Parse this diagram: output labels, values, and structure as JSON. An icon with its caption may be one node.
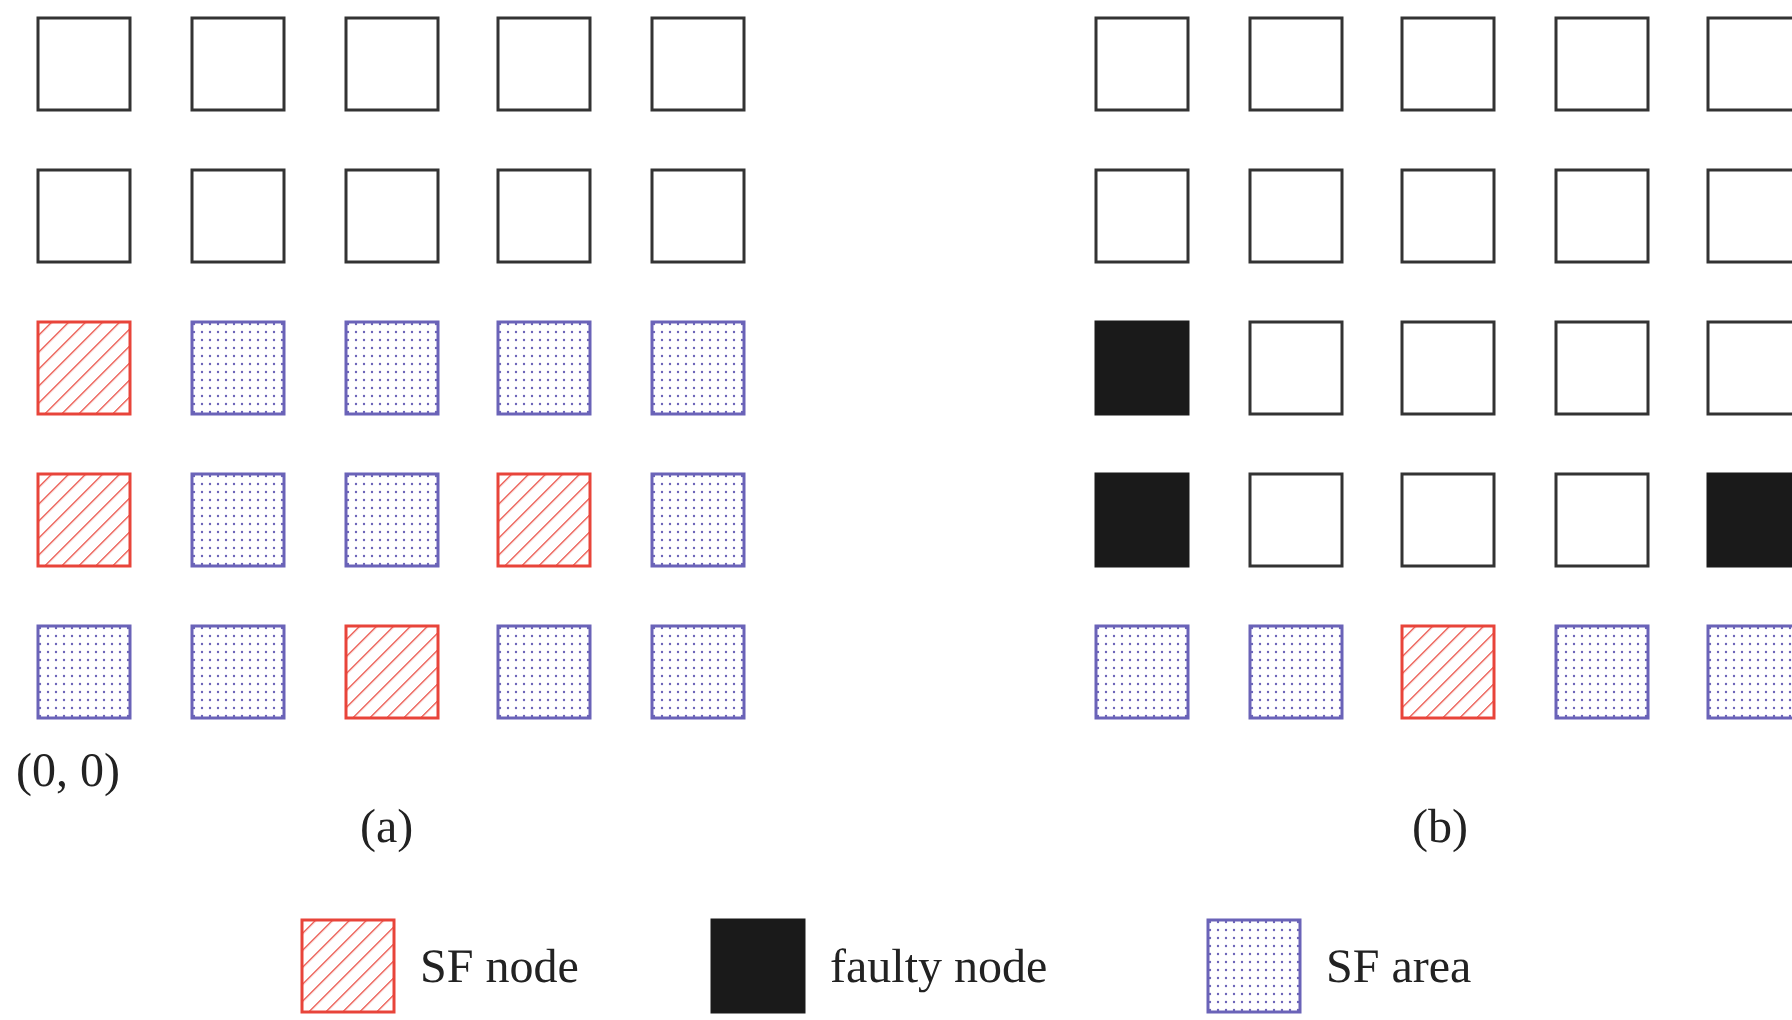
{
  "diagram": {
    "nodes": [
      {
        "text": [],
        "shape": "box"
      },
      {
        "text": [],
        "shape": "box"
      },
      {
        "text": [],
        "shape": "box"
      },
      {
        "text": [],
        "shape": "box"
      },
      {
        "text": [],
        "shape": "box"
      },
      {
        "text": [],
        "shape": "box"
      },
      {
        "text": [],
        "shape": "box"
      },
      {
        "text": [],
        "shape": "box"
      },
      {
        "text": [],
        "shape": "box"
      },
      {
        "text": [],
        "shape": "box"
      },
      {
        "text": [],
        "shape": "box"
      },
      {
        "text": [],
        "shape": "box"
      },
      {
        "text": [],
        "shape": "box"
      },
      {
        "text": [],
        "shape": "box"
      },
      {
        "text": [],
        "shape": "box"
      },
      {
        "text": [],
        "shape": "box"
      },
      {
        "text": [],
        "shape": "box"
      },
      {
        "text": [],
        "shape": "box"
      },
      {
        "text": [],
        "shape": "box"
      },
      {
        "text": [],
        "shape": "box"
      },
      {
        "text": [],
        "shape": "box"
      },
      {
        "text": [],
        "shape": "box"
      },
      {
        "text": [],
        "shape": "box"
      },
      {
        "text": [],
        "shape": "box"
      },
      {
        "text": [],
        "shape": "box"
      },
      {
        "text": [],
        "shape": "box"
      },
      {
        "text": [],
        "shape": "box"
      },
      {
        "text": [],
        "shape": "box"
      },
      {
        "text": [],
        "shape": "box"
      },
      {
        "text": [],
        "shape": "box"
      },
      {
        "text": [],
        "shape": "box"
      },
      {
        "text": [],
        "shape": "box"
      },
      {
        "text": [],
        "shape": "box"
      },
      {
        "text": [],
        "shape": "box"
      },
      {
        "text": [],
        "shape": "box"
      },
      {
        "text": [],
        "shape": "box"
      },
      {
        "text": [],
        "shape": "box"
      },
      {
        "text": [],
        "shape": "box"
      },
      {
        "text": [],
        "shape": "box"
      },
      {
        "text": [],
        "shape": "box"
      },
      {
        "text": [],
        "shape": "box"
      },
      {
        "text": [],
        "shape": "box"
      },
      {
        "text": [],
        "shape": "box"
      },
      {
        "text": [],
        "shape": "box"
      },
      {
        "text": [],
        "shape": "box"
      },
      {
        "text": [],
        "shape": "box"
      },
      {
        "text": [],
        "shape": "box"
      },
      {
        "text": [],
        "shape": "box"
      },
      {
        "text": [],
        "shape": "box"
      },
      {
        "text": [],
        "shape": "box"
      }
    ],
    "labels": [
      "(0, 0)",
      "(a)",
      "(b)"
    ],
    "legend": [
      {
        "text": "SF node"
      },
      {
        "text": "faulty node",
        "color": "#1a1a1a"
      },
      {
        "text": "SF area"
      }
    ]
  }
}
